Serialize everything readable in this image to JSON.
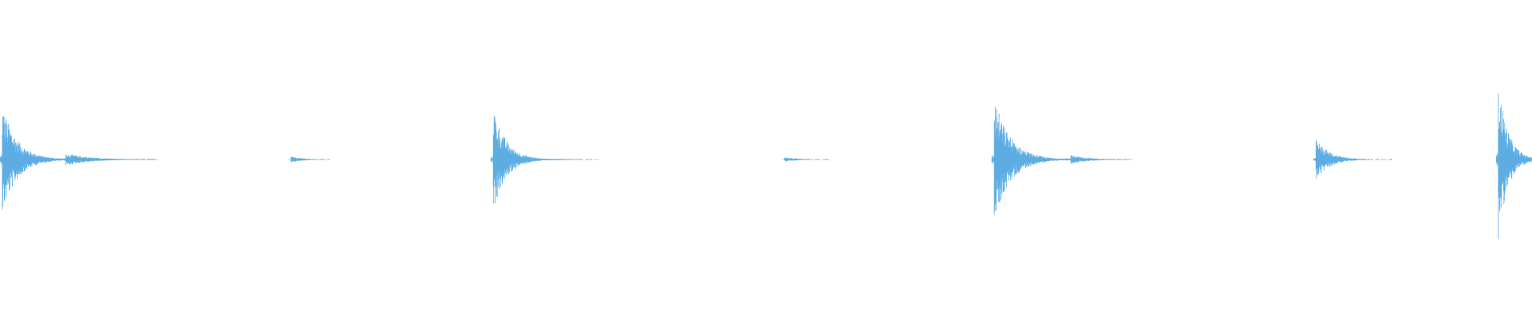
{
  "waveform": {
    "color": "#5dade2",
    "background": "#ffffff",
    "events": [
      {
        "time_frac": 0.0015,
        "peak": 0.34,
        "decay": 0.75,
        "tail_frac": 0.1
      },
      {
        "time_frac": 0.043,
        "peak": 0.04,
        "decay": 0.3,
        "tail_frac": 0.06
      },
      {
        "time_frac": 0.19,
        "peak": 0.02,
        "decay": 0.2,
        "tail_frac": 0.025
      },
      {
        "time_frac": 0.322,
        "peak": 0.33,
        "decay": 0.7,
        "tail_frac": 0.07
      },
      {
        "time_frac": 0.512,
        "peak": 0.015,
        "decay": 0.2,
        "tail_frac": 0.03
      },
      {
        "time_frac": 0.649,
        "peak": 0.39,
        "decay": 0.7,
        "tail_frac": 0.09
      },
      {
        "time_frac": 0.699,
        "peak": 0.03,
        "decay": 0.3,
        "tail_frac": 0.04
      },
      {
        "time_frac": 0.859,
        "peak": 0.13,
        "decay": 0.55,
        "tail_frac": 0.05
      },
      {
        "time_frac": 0.978,
        "peak": 0.5,
        "decay": 0.4,
        "tail_frac": 0.025
      }
    ]
  }
}
